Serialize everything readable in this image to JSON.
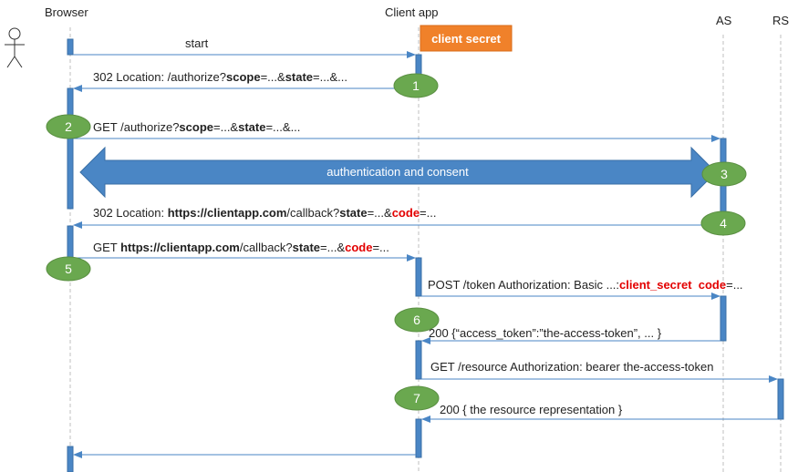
{
  "participants": {
    "browser": "Browser",
    "client": "Client app",
    "as": "AS",
    "rs": "RS"
  },
  "client_secret_label": "client secret",
  "steps": {
    "s1": "1",
    "s2": "2",
    "s3": "3",
    "s4": "4",
    "s5": "5",
    "s6": "6",
    "s7": "7"
  },
  "messages": {
    "start": "start",
    "redirect_authorize": {
      "p1": "302 Location: /authorize?",
      "scope": "scope",
      "p2": "=...&",
      "state": "state",
      "p3": "=...&..."
    },
    "get_authorize": {
      "p1": "GET /authorize?",
      "scope": "scope",
      "p2": "=...&",
      "state": "state",
      "p3": "=...&..."
    },
    "auth_consent": "authentication and consent",
    "redirect_callback": {
      "p1": "302 Location: ",
      "host": "https://clientapp.com",
      "p2": "/callback?",
      "state": "state",
      "p3": "=...&",
      "code": "code",
      "p4": "=..."
    },
    "get_callback": {
      "p1": "GET ",
      "host": "https://clientapp.com",
      "p2": "/callback?",
      "state": "state",
      "p3": "=...&",
      "code": "code",
      "p4": "=..."
    },
    "post_token": {
      "p1": "POST /token Authorization:  Basic ...:",
      "secret": "client_secret",
      "p2": "  ",
      "code": "code",
      "p3": "=..."
    },
    "token_response": "200 {“access_token”:”the-access-token”, ... }",
    "get_resource": "GET /resource Authorization: bearer the-access-token",
    "resource_response": "200 { the resource representation }"
  }
}
